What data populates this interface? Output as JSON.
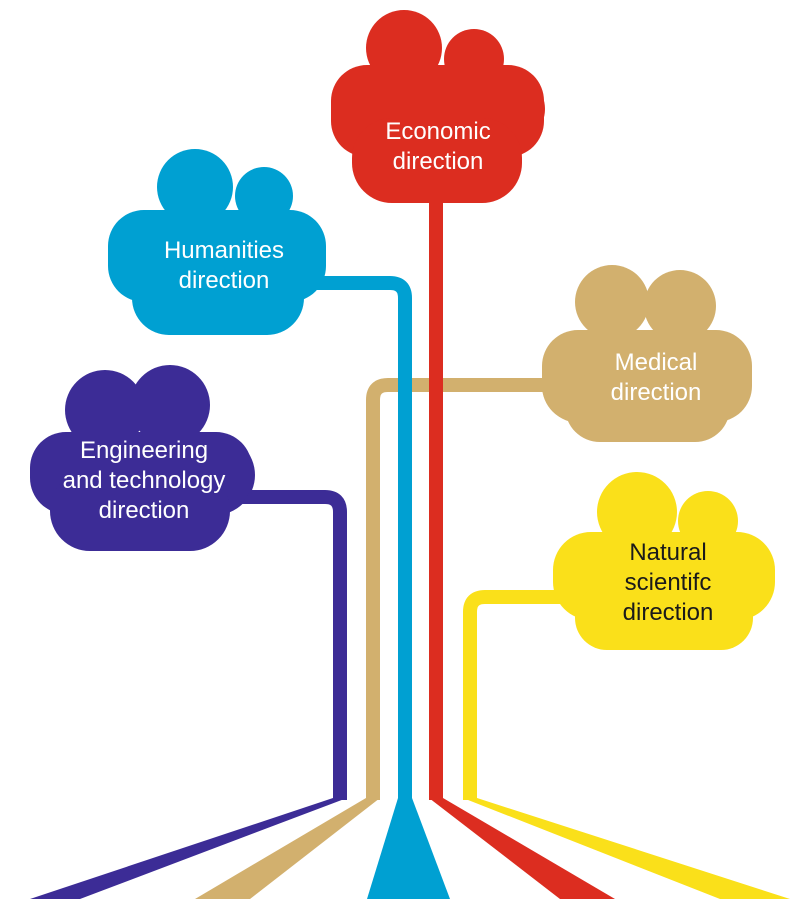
{
  "colors": {
    "background": "#ffffff",
    "economic": "#DC2D20",
    "humanities": "#00A0D2",
    "medical": "#D2B06E",
    "engineering": "#3C2C96",
    "natural": "#FAE01A"
  },
  "directions": {
    "economic": {
      "lines": [
        "Economic",
        "direction"
      ],
      "color": "#DC2D20",
      "text_color": "#ffffff"
    },
    "humanities": {
      "lines": [
        "Humanities",
        "direction"
      ],
      "color": "#00A0D2",
      "text_color": "#ffffff"
    },
    "medical": {
      "lines": [
        "Medical",
        "direction"
      ],
      "color": "#D2B06E",
      "text_color": "#ffffff"
    },
    "engineering": {
      "lines": [
        "Engineering",
        "and technology",
        "direction"
      ],
      "color": "#3C2C96",
      "text_color": "#ffffff"
    },
    "natural": {
      "lines": [
        "Natural",
        "scientifc",
        "direction"
      ],
      "color": "#FAE01A",
      "text_color": "#1a1a1a"
    }
  }
}
